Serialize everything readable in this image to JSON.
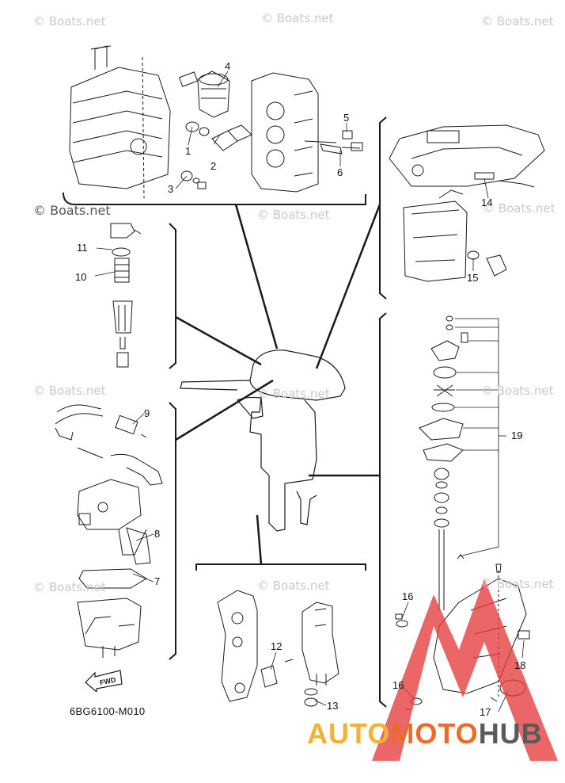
{
  "watermark_text": "© Boats.net",
  "diagram_code": "6BG6100-M010",
  "fwd_label": "FWD",
  "brand_logo": {
    "part1": "AUTO",
    "part2": "MOTO",
    "part3": "HUB"
  },
  "callouts": {
    "c1": "1",
    "c2": "2",
    "c3": "3",
    "c4": "4",
    "c5": "5",
    "c6": "6",
    "c7": "7",
    "c8": "8",
    "c9": "9",
    "c10": "10",
    "c11": "11",
    "c12": "12",
    "c13": "13",
    "c14": "14",
    "c15": "15",
    "c16a": "16",
    "c16b": "16",
    "c17": "17",
    "c18": "18",
    "c19": "19"
  },
  "colors": {
    "line": "#1a1a1a",
    "watermark": "#c9c9c9",
    "logo_red": "#e53b3b",
    "logo_orange": "#ea6b2c",
    "logo_yellow": "#f2b233",
    "logo_gray": "#5a5a5a"
  }
}
